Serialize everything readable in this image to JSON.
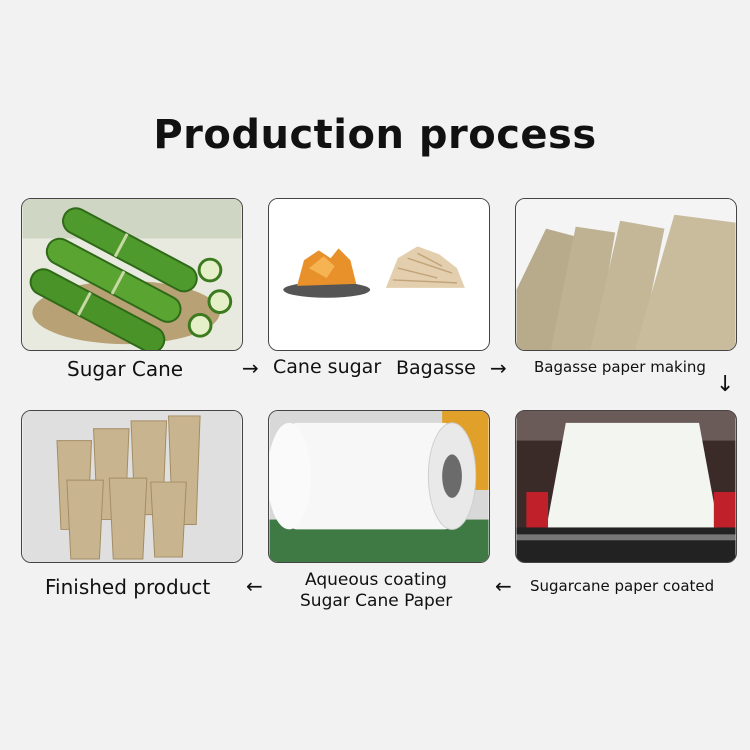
{
  "title": "Production process",
  "steps": {
    "sugar_cane": "Sugar Cane",
    "cane_sugar": "Cane sugar",
    "bagasse": "Bagasse",
    "bagasse_paper_making": "Bagasse paper making",
    "sugarcane_paper_coated": "Sugarcane paper coated",
    "aqueous_coating_line1": "Aqueous coating",
    "aqueous_coating_line2": "Sugar Cane Paper",
    "finished_product": "Finished product"
  },
  "arrows": {
    "right": "→",
    "left": "←",
    "down": "↓"
  },
  "colors": {
    "background": "#f2f2f2",
    "card_border": "#444444",
    "cane_green": "#4f9a2c",
    "kraft": "#c8b48e",
    "paper_board": "#b8ab8c"
  }
}
